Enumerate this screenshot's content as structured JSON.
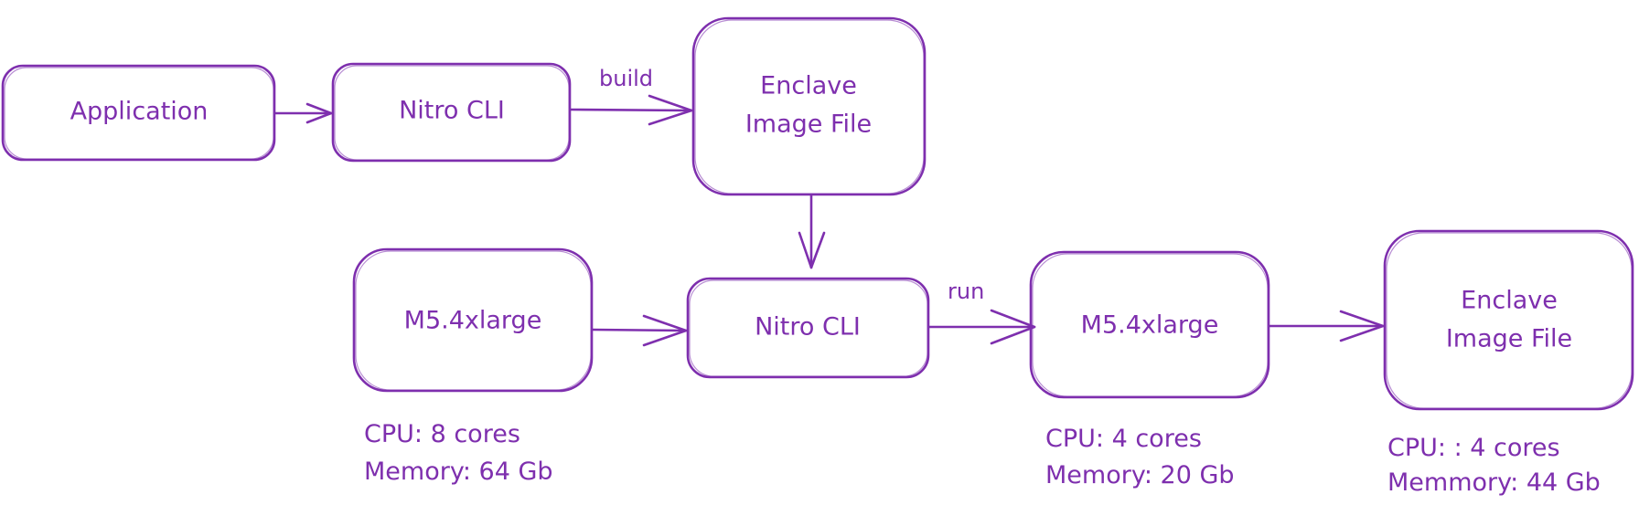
{
  "diagram": {
    "stroke_color": "#7e2fae",
    "background": "#ffffff",
    "nodes": [
      {
        "id": "application",
        "lines": [
          "Application"
        ]
      },
      {
        "id": "nitro-cli-build",
        "lines": [
          "Nitro CLI"
        ]
      },
      {
        "id": "enclave-image-file-built",
        "lines": [
          "Enclave",
          "Image File"
        ]
      },
      {
        "id": "parent-instance",
        "lines": [
          "M5.4xlarge"
        ]
      },
      {
        "id": "nitro-cli-run",
        "lines": [
          "Nitro CLI"
        ]
      },
      {
        "id": "enclave-instance",
        "lines": [
          "M5.4xlarge"
        ]
      },
      {
        "id": "enclave-image-file-running",
        "lines": [
          "Enclave",
          "Image File"
        ]
      }
    ],
    "edges": [
      {
        "from": "application",
        "to": "nitro-cli-build",
        "label": ""
      },
      {
        "from": "nitro-cli-build",
        "to": "enclave-image-file-built",
        "label": "build"
      },
      {
        "from": "enclave-image-file-built",
        "to": "nitro-cli-run",
        "label": ""
      },
      {
        "from": "parent-instance",
        "to": "nitro-cli-run",
        "label": ""
      },
      {
        "from": "nitro-cli-run",
        "to": "enclave-instance",
        "label": "run"
      },
      {
        "from": "enclave-instance",
        "to": "enclave-image-file-running",
        "label": ""
      }
    ],
    "notes": [
      {
        "attached_to": "parent-instance",
        "lines": [
          "CPU: 8 cores",
          "Memory: 64 Gb"
        ]
      },
      {
        "attached_to": "enclave-instance",
        "lines": [
          "CPU: 4 cores",
          "Memory: 20 Gb"
        ]
      },
      {
        "attached_to": "enclave-image-file-running",
        "lines": [
          "CPU: : 4 cores",
          "Memmory: 44 Gb"
        ]
      }
    ]
  }
}
